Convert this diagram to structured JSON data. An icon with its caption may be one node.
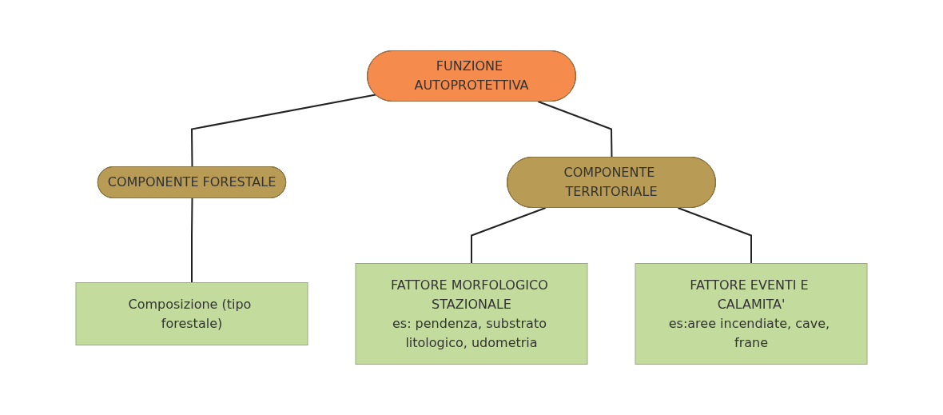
{
  "diagram": {
    "nodes": [
      {
        "text": [
          "FUNZIONE AUTOPROTETTIVA"
        ]
      },
      {
        "text": [
          "COMPONENTE FORESTALE"
        ]
      },
      {
        "text": [
          "COMPONENTE TERRITORIALE"
        ]
      },
      {
        "text": [
          "Composizione (tipo forestale)"
        ]
      },
      {
        "text": [
          "FATTORE MORFOLOGICO STAZIONALE",
          "es: pendenza, substrato litologico, udometria"
        ]
      },
      {
        "text": [
          "FATTORE EVENTI E CALAMITA'",
          "es:aree incendiate, cave, frane"
        ]
      }
    ],
    "edges": [
      {
        "from": 0,
        "to": 1,
        "arrow": "none"
      },
      {
        "from": 0,
        "to": 2,
        "arrow": "none"
      },
      {
        "from": 1,
        "to": 3,
        "arrow": "none"
      },
      {
        "from": 2,
        "to": 4,
        "arrow": "none"
      },
      {
        "from": 2,
        "to": 5,
        "arrow": "none"
      }
    ]
  }
}
